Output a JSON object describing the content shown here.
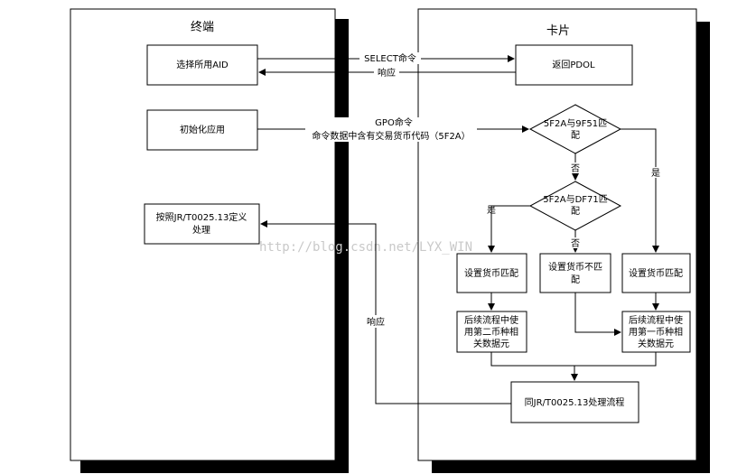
{
  "terminal": {
    "title": "终端"
  },
  "card": {
    "title": "卡片"
  },
  "nodes": {
    "select_aid": "选择所用AID",
    "init_app": "初始化应用",
    "process_jr": [
      "按照JR/T0025.13定义",
      "处理"
    ],
    "return_pdol": "返回PDOL",
    "dec1": [
      "5F2A与9F51匹",
      "配"
    ],
    "dec2": [
      "5F2A与DF71匹",
      "配"
    ],
    "set_match_left": "设置货币匹配",
    "set_nomatch": [
      "设置货币不匹",
      "配"
    ],
    "set_match_right": "设置货币匹配",
    "follow_second": [
      "后续流程中使",
      "用第二币种相",
      "关数据元"
    ],
    "follow_first": [
      "后续流程中使",
      "用第一币种相",
      "关数据元"
    ],
    "same_jr": "同JR/T0025.13处理流程"
  },
  "edges": {
    "select_cmd": "SELECT命令",
    "response_top": "响应",
    "gpo_cmd": "GPO命令",
    "gpo_detail": "命令数据中含有交易货币代码（5F2A）",
    "no1": "否",
    "yes1": "是",
    "yes2": "是",
    "no2": "否",
    "response_left": "响应"
  },
  "watermark": "http://blog.csdn.net/LYX_WIN"
}
